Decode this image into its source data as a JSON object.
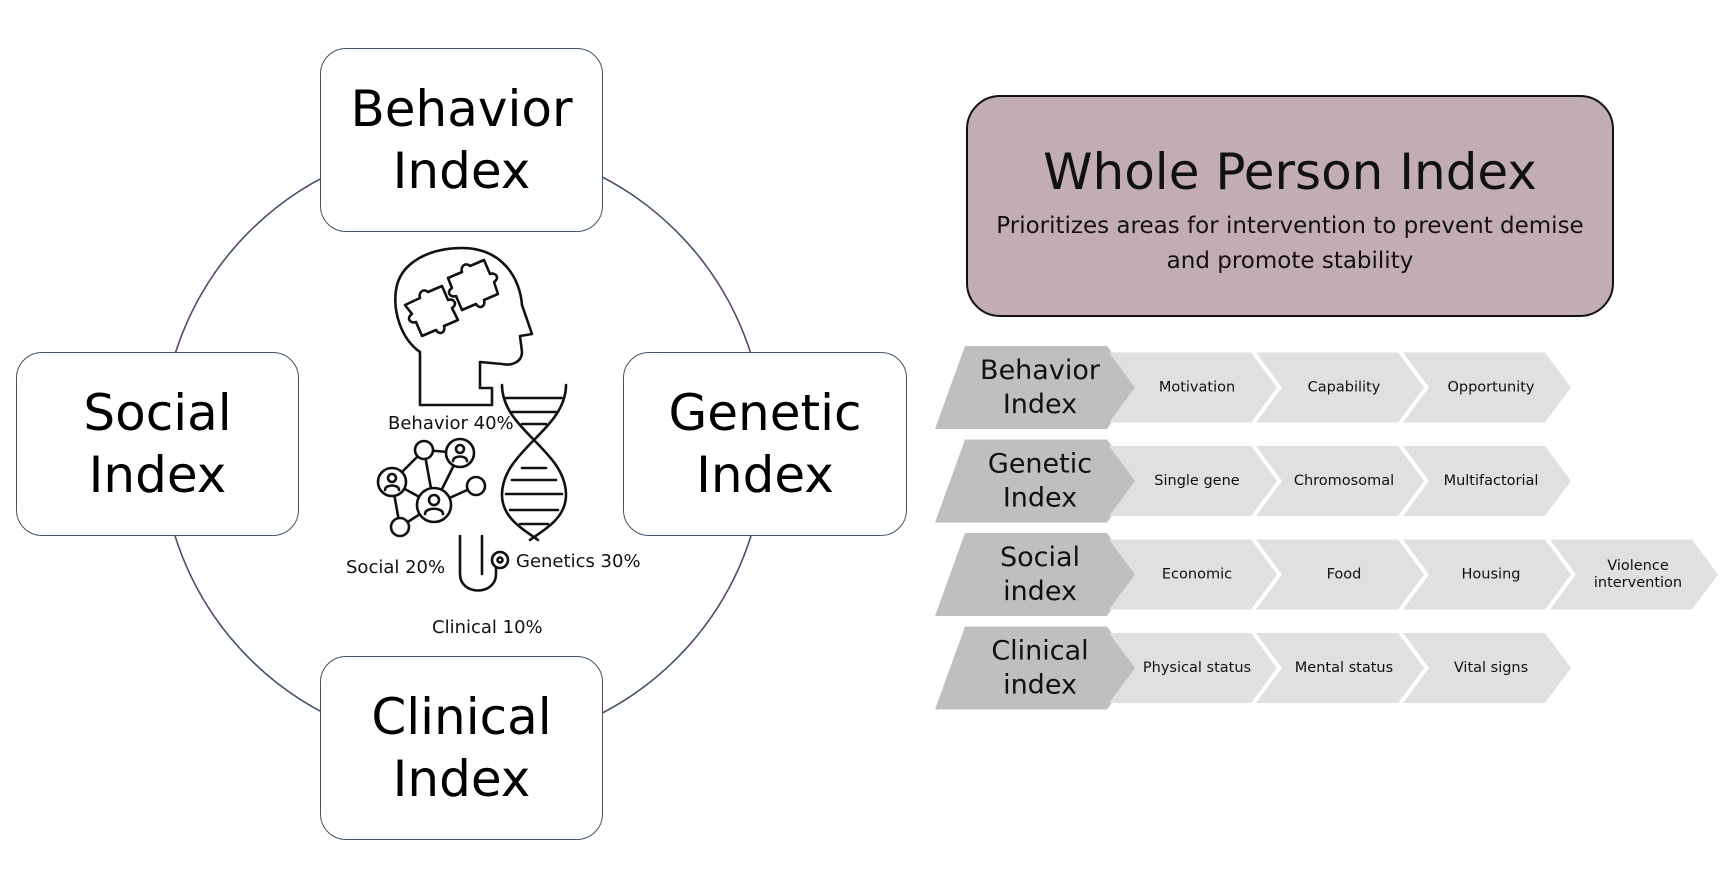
{
  "cycle": {
    "behavior_box": "Behavior\nIndex",
    "genetic_box": "Genetic\nIndex",
    "social_box": "Social\nIndex",
    "clinical_box": "Clinical\nIndex"
  },
  "center_labels": {
    "behavior": "Behavior 40%",
    "social": "Social 20%",
    "genetics": "Genetics 30%",
    "clinical": "Clinical 10%"
  },
  "whole_person": {
    "title": "Whole Person Index",
    "subtitle": "Prioritizes areas for intervention to prevent demise and promote stability"
  },
  "colors": {
    "outline": "#44546a",
    "wpi_fill": "#c3adb5",
    "header_chevron": "#bfbfbf",
    "item_chevron": "#e0e0e0"
  },
  "index_rows": [
    {
      "label": [
        "Behavior",
        "Index"
      ],
      "items": [
        [
          "Motivation"
        ],
        [
          "Capability"
        ],
        [
          "Opportunity"
        ]
      ]
    },
    {
      "label": [
        "Genetic",
        "Index"
      ],
      "items": [
        [
          "Single gene"
        ],
        [
          "Chromosomal"
        ],
        [
          "Multifactorial"
        ]
      ]
    },
    {
      "label": [
        "Social",
        "index"
      ],
      "items": [
        [
          "Economic"
        ],
        [
          "Food"
        ],
        [
          "Housing"
        ],
        [
          "Violence",
          "intervention"
        ]
      ]
    },
    {
      "label": [
        "Clinical",
        "index"
      ],
      "items": [
        [
          "Physical status"
        ],
        [
          "Mental status"
        ],
        [
          "Vital signs"
        ]
      ]
    }
  ]
}
